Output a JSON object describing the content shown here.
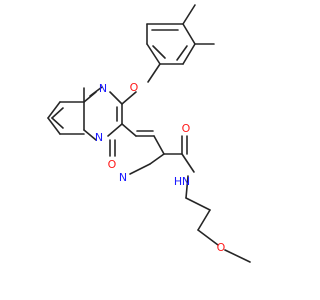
{
  "molecule": {
    "colors": {
      "bond": "#262626",
      "nitrogen": "#1a1aff",
      "oxygen": "#ff1a1a",
      "background": "#ffffff"
    },
    "atom_labels": {
      "n_pyrimidine": "N",
      "n_bridge": "N",
      "o_ether": "O",
      "o_ketone": "O",
      "n_nitrile": "N",
      "o_amide": "O",
      "n_amide": "N",
      "h_amide": "H",
      "o_methoxy": "O"
    }
  }
}
